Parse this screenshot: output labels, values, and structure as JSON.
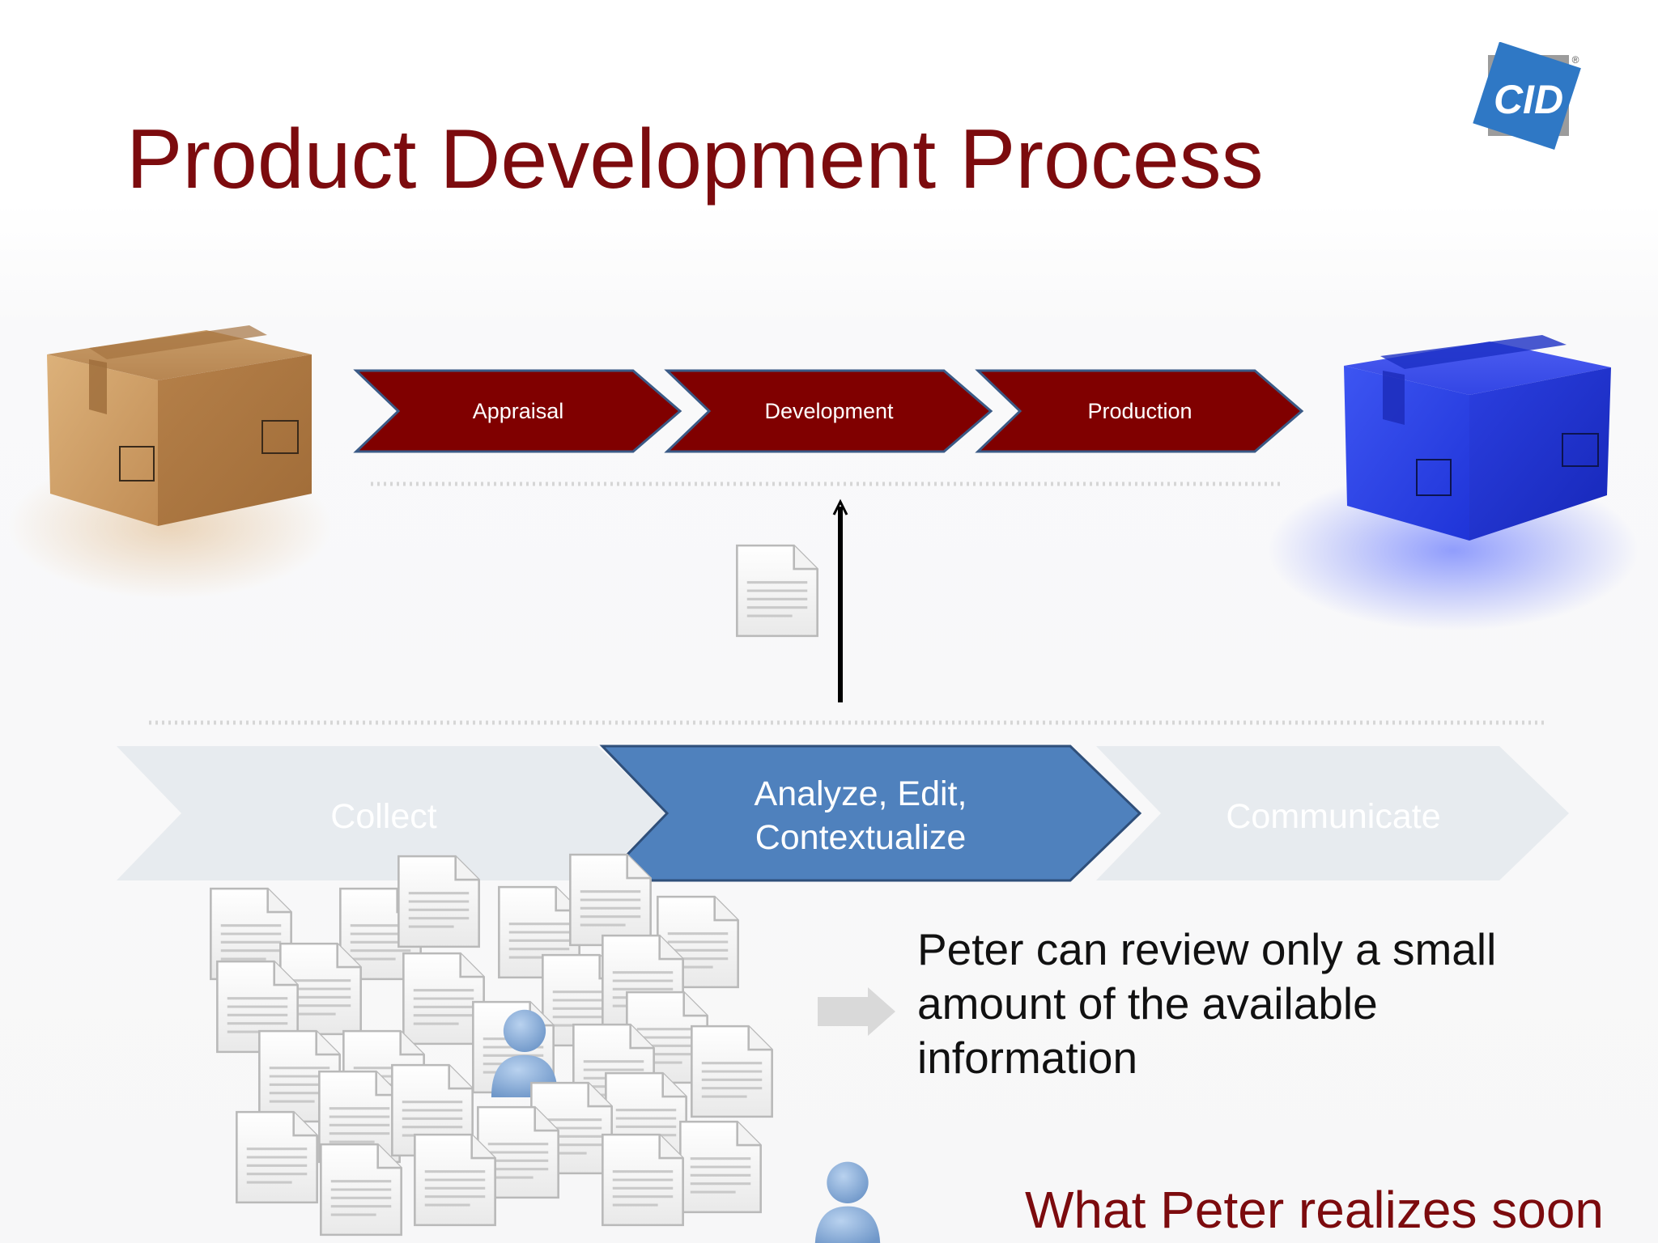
{
  "slide": {
    "title": "Product Development Process",
    "logo_text": "CID",
    "logo_mark": "®"
  },
  "process_top": {
    "stages": [
      {
        "label": "Appraisal"
      },
      {
        "label": "Development"
      },
      {
        "label": "Production"
      }
    ],
    "color": "#800000"
  },
  "process_bottom": {
    "stages": [
      {
        "label": "Collect",
        "active": false
      },
      {
        "label": "Analyze, Edit, Contextualize",
        "active": true
      },
      {
        "label": "Communicate",
        "active": false
      }
    ],
    "active_color": "#4f81bd",
    "inactive_color": "#e7ebef"
  },
  "callout": {
    "text": "Peter can review only a small amount of the available information",
    "footer_text": "What Peter realizes soon"
  },
  "colors": {
    "title": "#7c0b0e",
    "box_start": "#c8965c",
    "box_end": "#2a3fe0",
    "person": "#8fb3dc"
  }
}
